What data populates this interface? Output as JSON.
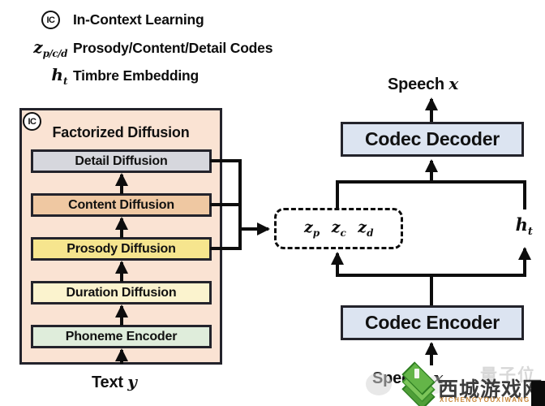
{
  "legend": {
    "rows": [
      {
        "symbol": "IC",
        "label": "In-Context Learning"
      },
      {
        "symbol_base": "z",
        "symbol_sub": "p/c/d",
        "label": "Prosody/Content/Detail Codes"
      },
      {
        "symbol_base": "h",
        "symbol_sub": "t",
        "label": "Timbre Embedding"
      }
    ]
  },
  "factorized": {
    "ic_badge": "IC",
    "title": "Factorized Diffusion",
    "blocks": [
      {
        "label": "Detail Diffusion",
        "fill": "#d6d7dd"
      },
      {
        "label": "Content Diffusion",
        "fill": "#efc8a2"
      },
      {
        "label": "Prosody Diffusion",
        "fill": "#f6e58e"
      },
      {
        "label": "Duration Diffusion",
        "fill": "#fbf3ce"
      },
      {
        "label": "Phoneme Encoder",
        "fill": "#dfeddb"
      }
    ],
    "container_fill": "#fae3d3",
    "input_label": "Text",
    "input_var": "y"
  },
  "codec": {
    "speech_out_label": "Speech",
    "speech_out_var": "x",
    "decoder": "Codec Decoder",
    "encoder": "Codec Encoder",
    "speech_in_label": "Speech",
    "speech_in_var": "x",
    "box_fill": "#dce4f1"
  },
  "codes_box": {
    "items": [
      {
        "base": "z",
        "sub": "p"
      },
      {
        "base": "z",
        "sub": "c"
      },
      {
        "base": "z",
        "sub": "d"
      }
    ]
  },
  "timbre": {
    "base": "h",
    "sub": "t"
  },
  "watermark": {
    "cn": "西城游戏网",
    "latin": "XICHENGYOUXIWANG",
    "ghost": "量子位",
    "logo_green": "#64b548",
    "latin_color": "#c9893c"
  },
  "colors": {
    "border": "#23232b",
    "line": "#0d0d0d"
  }
}
